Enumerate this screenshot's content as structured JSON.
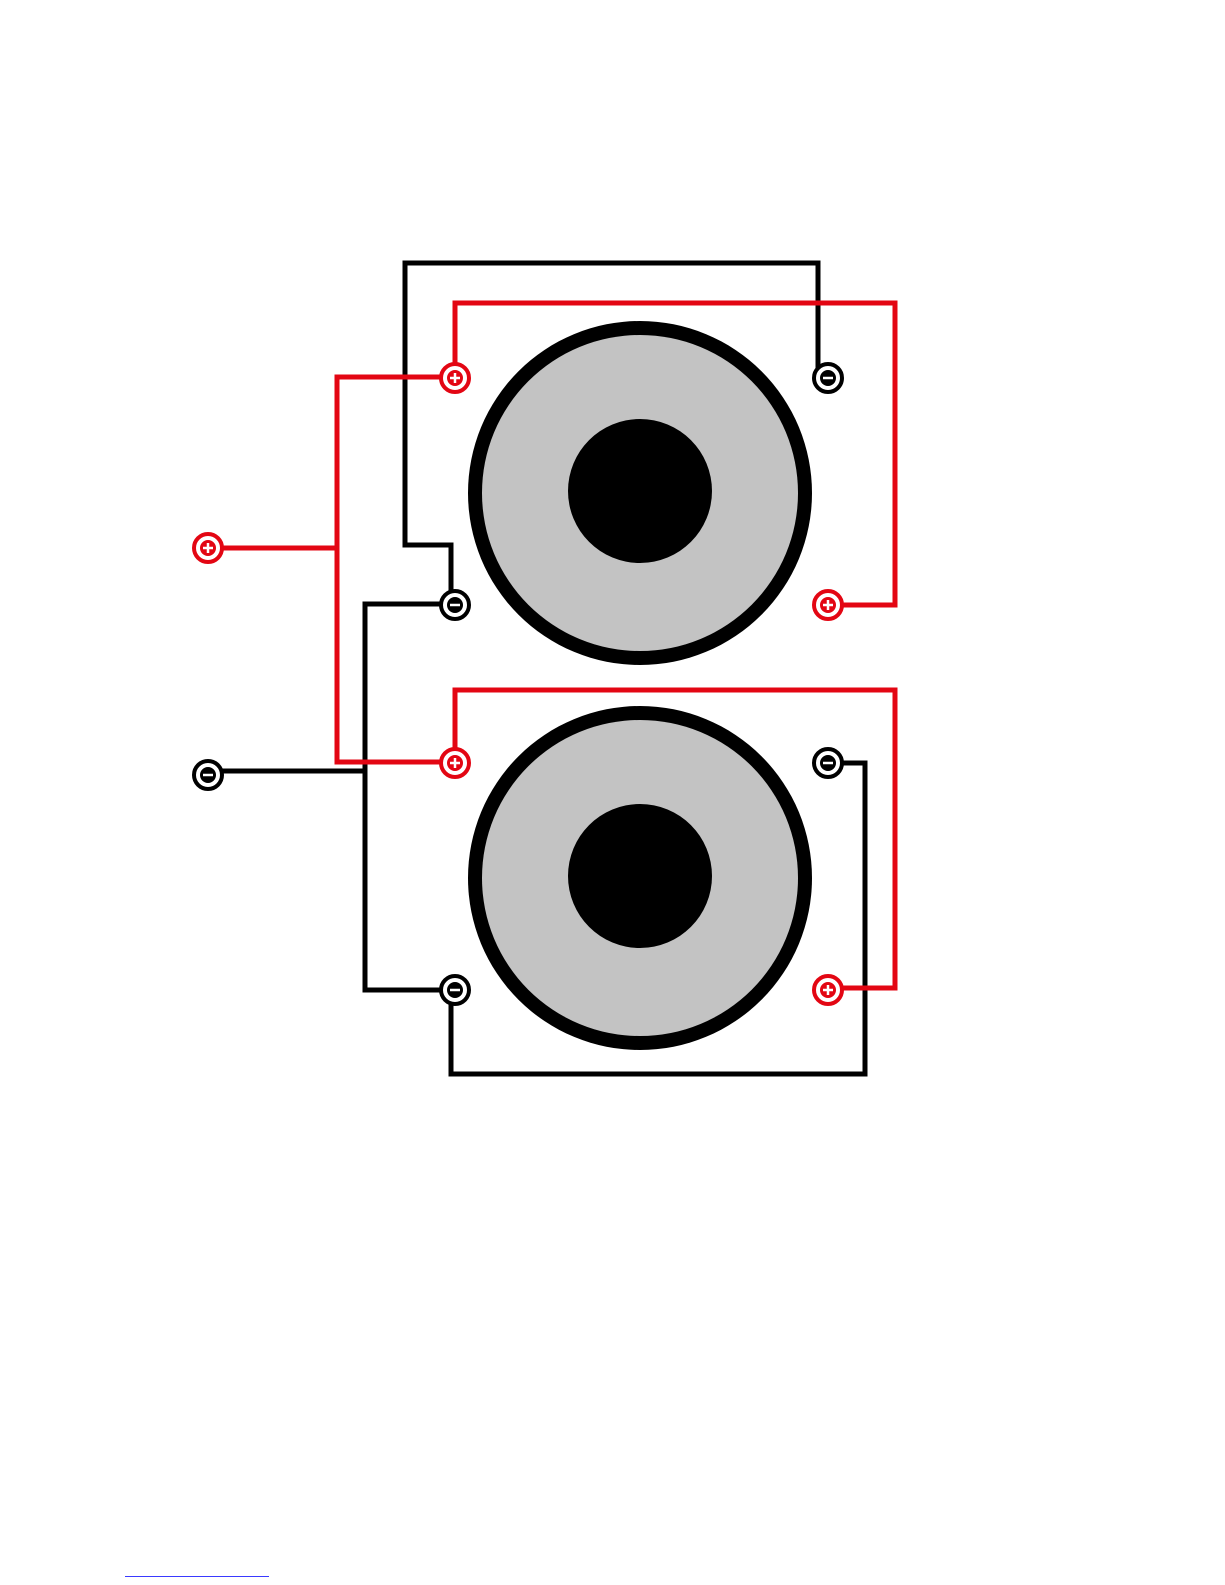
{
  "colors": {
    "positive": "#e30613",
    "negative": "#000000",
    "cone": "#c3c3c3",
    "surround": "#000000",
    "dust_cap": "#000000",
    "background": "#ffffff",
    "footer_rule": "#3a3aff"
  },
  "symbols": {
    "positive": "+",
    "negative": "−"
  },
  "speakers": [
    {
      "name": "speaker-top",
      "terminals": [
        {
          "id": "top-left-positive",
          "polarity": "positive"
        },
        {
          "id": "top-right-negative",
          "polarity": "negative"
        },
        {
          "id": "top-left-negative",
          "polarity": "negative"
        },
        {
          "id": "top-right-positive",
          "polarity": "positive"
        }
      ]
    },
    {
      "name": "speaker-bottom",
      "terminals": [
        {
          "id": "bottom-left-positive",
          "polarity": "positive"
        },
        {
          "id": "bottom-right-negative",
          "polarity": "negative"
        },
        {
          "id": "bottom-left-negative",
          "polarity": "negative"
        },
        {
          "id": "bottom-right-positive",
          "polarity": "positive"
        }
      ]
    }
  ],
  "input_terminals": [
    {
      "id": "input-positive",
      "polarity": "positive"
    },
    {
      "id": "input-negative",
      "polarity": "negative"
    }
  ]
}
